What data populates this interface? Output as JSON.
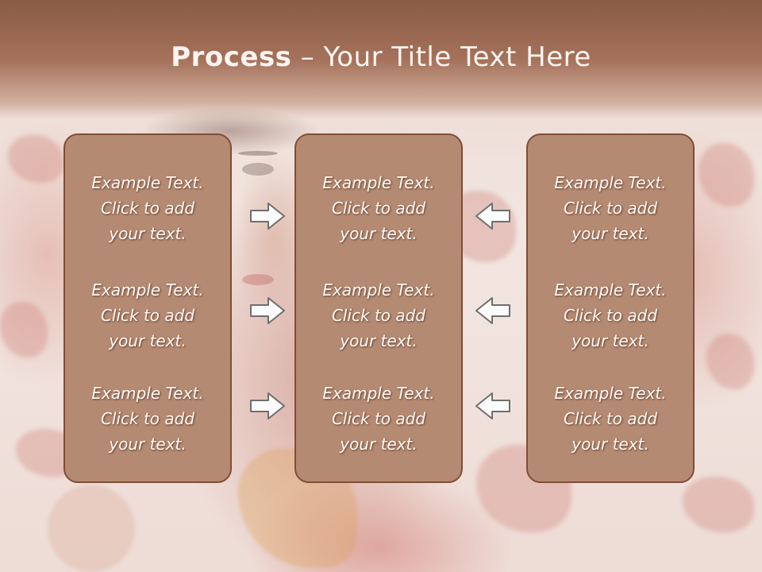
{
  "slide": {
    "title_bold": "Process",
    "title_rest": " – Your Title Text Here"
  },
  "columns": [
    {
      "blocks": [
        {
          "line1": "Example Text.",
          "line2": "Click  to add",
          "line3": "your text."
        },
        {
          "line1": "Example Text.",
          "line2": "Click  to add",
          "line3": "your text."
        },
        {
          "line1": "Example Text.",
          "line2": "Click  to add",
          "line3": "your text."
        }
      ]
    },
    {
      "blocks": [
        {
          "line1": "Example Text.",
          "line2": "Click  to add",
          "line3": "your text."
        },
        {
          "line1": "Example Text.",
          "line2": "Click  to add",
          "line3": "your text."
        },
        {
          "line1": "Example Text.",
          "line2": "Click  to add",
          "line3": "your text."
        }
      ]
    },
    {
      "blocks": [
        {
          "line1": "Example Text.",
          "line2": "Click  to add",
          "line3": "your text."
        },
        {
          "line1": "Example Text.",
          "line2": "Click  to add",
          "line3": "your text."
        },
        {
          "line1": "Example Text.",
          "line2": "Click  to add",
          "line3": "your text."
        }
      ]
    }
  ],
  "arrows": {
    "left_group": "arrow-right-icon",
    "right_group": "arrow-left-icon"
  },
  "colors": {
    "header": "#a5715a",
    "panel_fill": "#b58a72",
    "panel_border": "#7f4d38",
    "text": "#fffaf6"
  }
}
